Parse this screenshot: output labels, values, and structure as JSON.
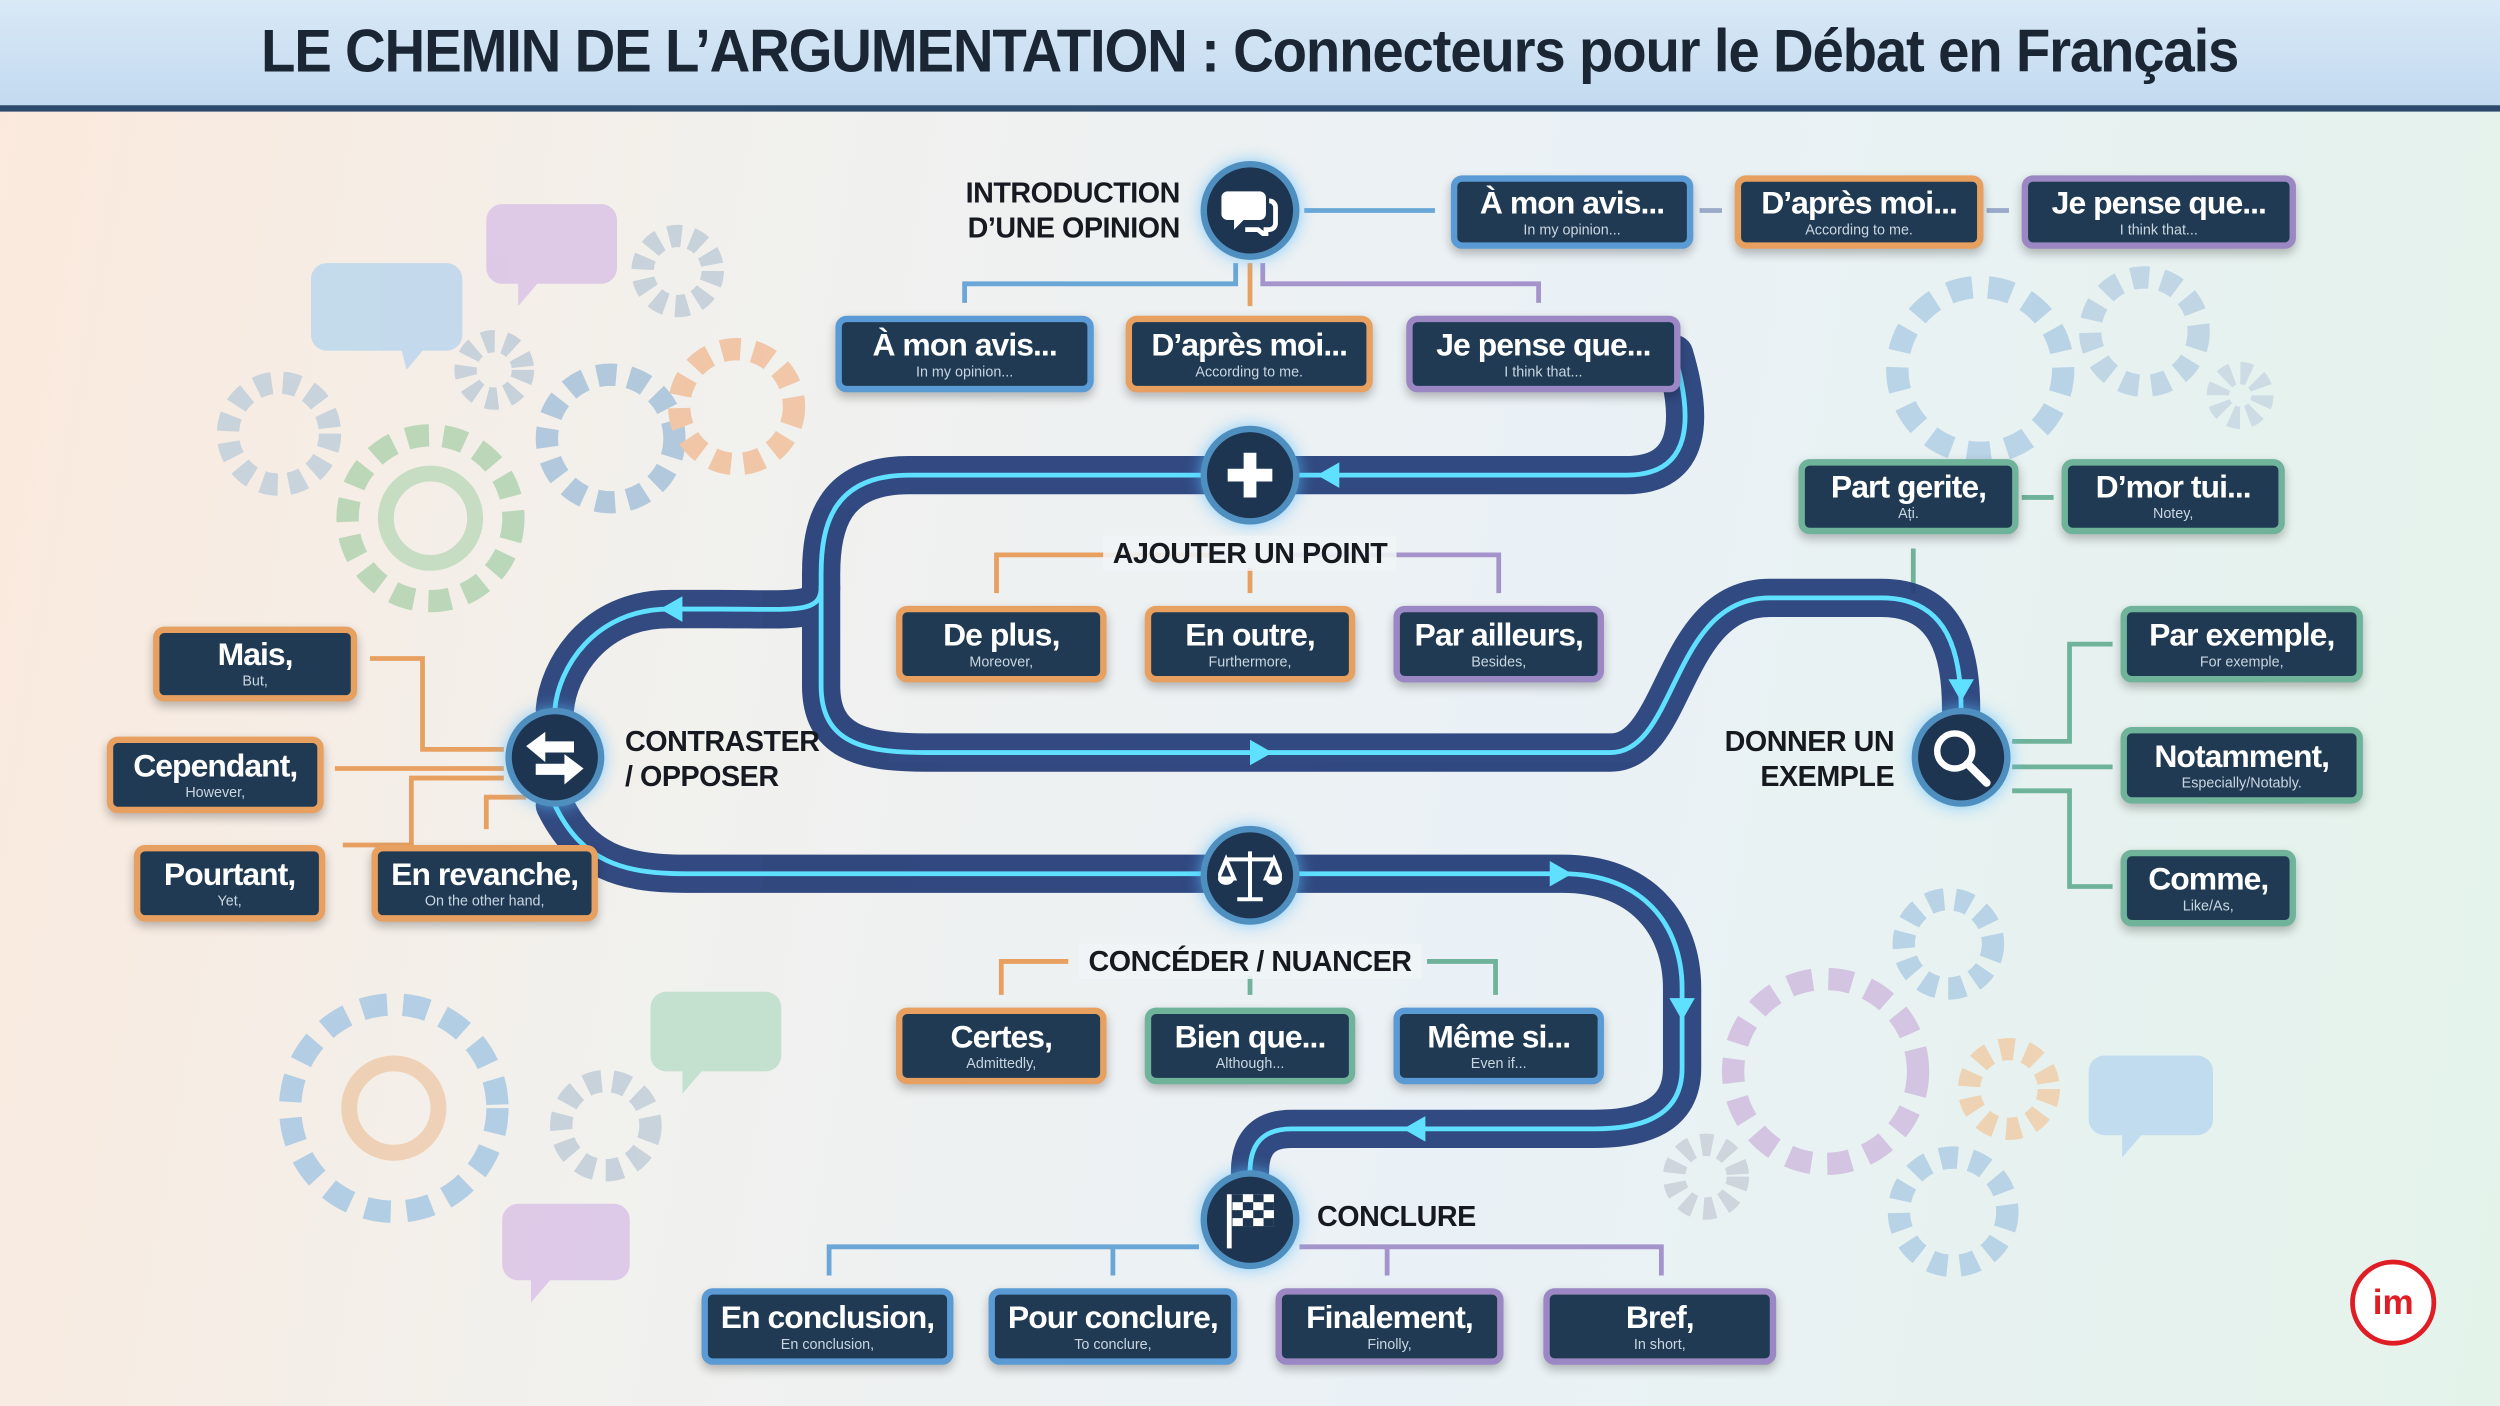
{
  "title": "LE CHEMIN DE L’ARGUMENTATION : Connecteurs pour le Débat en Français",
  "colors": {
    "blue": "#5b9bd5",
    "orange": "#e8a060",
    "purple": "#9b87c4",
    "green": "#6fb39a",
    "track": "#27407a",
    "glow": "#5fe0ff",
    "box_fill": "#1f3a52"
  },
  "sections": {
    "introduction": {
      "label": [
        "INTRODUCTION",
        "D’UNE OPINION"
      ],
      "icon": "speech-bubbles-icon",
      "connectors": [
        {
          "fr": "À mon avis...",
          "en": "In my opinion...",
          "color": "blue"
        },
        {
          "fr": "D’après moi...",
          "en": "According to me.",
          "color": "orange"
        },
        {
          "fr": "Je pense que...",
          "en": "I think that...",
          "color": "purple"
        },
        {
          "fr": "À mon avis...",
          "en": "In my opinion...",
          "color": "blue"
        },
        {
          "fr": "D’après moi...",
          "en": "According to me.",
          "color": "orange"
        },
        {
          "fr": "Je pense que...",
          "en": "I think that...",
          "color": "purple"
        }
      ]
    },
    "ajouter": {
      "label": [
        "AJOUTER UN POINT"
      ],
      "icon": "plus-icon",
      "connectors": [
        {
          "fr": "De plus,",
          "en": "Moreover,",
          "color": "orange"
        },
        {
          "fr": "En outre,",
          "en": "Furthermore,",
          "color": "orange"
        },
        {
          "fr": "Par ailleurs,",
          "en": "Besides,",
          "color": "purple"
        }
      ]
    },
    "contraster": {
      "label": [
        "CONTRASTER",
        "/ OPPOSER"
      ],
      "icon": "swap-arrows-icon",
      "connectors": [
        {
          "fr": "Mais,",
          "en": "But,",
          "color": "orange"
        },
        {
          "fr": "Cependant,",
          "en": "However,",
          "color": "orange"
        },
        {
          "fr": "Pourtant,",
          "en": "Yet,",
          "color": "orange"
        },
        {
          "fr": "En revanche,",
          "en": "On the other hand,",
          "color": "orange"
        }
      ]
    },
    "conceder": {
      "label": [
        "CONCÉDER / NUANCER"
      ],
      "icon": "balance-scale-icon",
      "connectors": [
        {
          "fr": "Certes,",
          "en": "Admittedly,",
          "color": "orange"
        },
        {
          "fr": "Bien que...",
          "en": "Although...",
          "color": "green"
        },
        {
          "fr": "Même si...",
          "en": "Even if...",
          "color": "blue"
        }
      ]
    },
    "exemple": {
      "label": [
        "DONNER UN",
        "EXEMPLE"
      ],
      "icon": "magnifier-icon",
      "connectors": [
        {
          "fr": "Part gerite,",
          "en": "Ați.",
          "color": "green"
        },
        {
          "fr": "D’mor tui...",
          "en": "Notey,",
          "color": "green"
        },
        {
          "fr": "Par exemple,",
          "en": "For exemple,",
          "color": "green"
        },
        {
          "fr": "Notamment,",
          "en": "Especially/Notably.",
          "color": "green"
        },
        {
          "fr": "Comme,",
          "en": "Like/As,",
          "color": "green"
        }
      ]
    },
    "conclure": {
      "label": [
        "CONCLURE"
      ],
      "icon": "checkered-flag-icon",
      "connectors": [
        {
          "fr": "En conclusion,",
          "en": "En conclusion,",
          "color": "blue"
        },
        {
          "fr": "Pour conclure,",
          "en": "To conclure,",
          "color": "blue"
        },
        {
          "fr": "Finalement,",
          "en": "Finolly,",
          "color": "purple"
        },
        {
          "fr": "Bref,",
          "en": "In short,",
          "color": "purple"
        }
      ]
    }
  },
  "logo": {
    "text": "im"
  }
}
